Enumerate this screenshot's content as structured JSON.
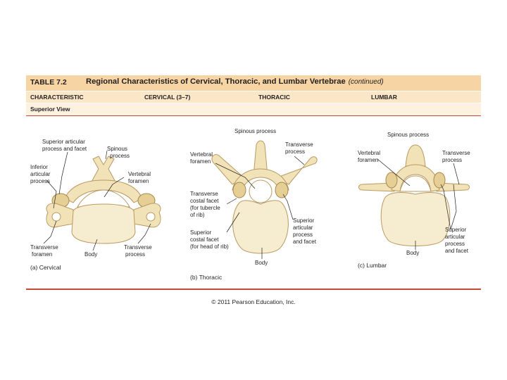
{
  "table": {
    "number": "TABLE 7.2",
    "title": "Regional Characteristics of Cervical, Thoracic, and Lumbar Vertebrae",
    "continued": "(continued)",
    "columns": [
      "CHARACTERISTIC",
      "CERVICAL (3–7)",
      "THORACIC",
      "LUMBAR"
    ],
    "row_label": "Superior View"
  },
  "cervical": {
    "labels": {
      "sup_articular_1": "Superior articular",
      "sup_articular_2": "process and facet",
      "spinous_1": "Spinous",
      "spinous_2": "process",
      "inferior_1": "Inferior",
      "inferior_2": "articular",
      "inferior_3": "process",
      "vertebral_1": "Vertebral",
      "vertebral_2": "foramen",
      "trans_foramen_1": "Transverse",
      "trans_foramen_2": "foramen",
      "body": "Body",
      "trans_process_1": "Transverse",
      "trans_process_2": "process"
    },
    "caption_letter": "(a)",
    "caption_name": "Cervical"
  },
  "thoracic": {
    "labels": {
      "spinous": "Spinous process",
      "transverse_1": "Transverse",
      "transverse_2": "process",
      "vertebral_1": "Vertebral",
      "vertebral_2": "foramen",
      "costal_1": "Transverse",
      "costal_2": "costal facet",
      "costal_3": "(for tubercle",
      "costal_4": "of rib)",
      "superior_costal_1": "Superior",
      "superior_costal_2": "costal facet",
      "superior_costal_3": "(for head of rib)",
      "sup_articular_1": "Superior",
      "sup_articular_2": "articular",
      "sup_articular_3": "process",
      "sup_articular_4": "and facet",
      "body": "Body"
    },
    "caption_letter": "(b)",
    "caption_name": "Thoracic"
  },
  "lumbar": {
    "labels": {
      "spinous": "Spinous process",
      "vertebral_1": "Vertebral",
      "vertebral_2": "foramen",
      "transverse_1": "Transverse",
      "transverse_2": "process",
      "sup_articular_1": "Superior",
      "sup_articular_2": "articular",
      "sup_articular_3": "process",
      "sup_articular_4": "and facet",
      "body": "Body"
    },
    "caption_letter": "(c)",
    "caption_name": "Lumbar"
  },
  "copyright": "© 2011 Pearson Education, Inc."
}
